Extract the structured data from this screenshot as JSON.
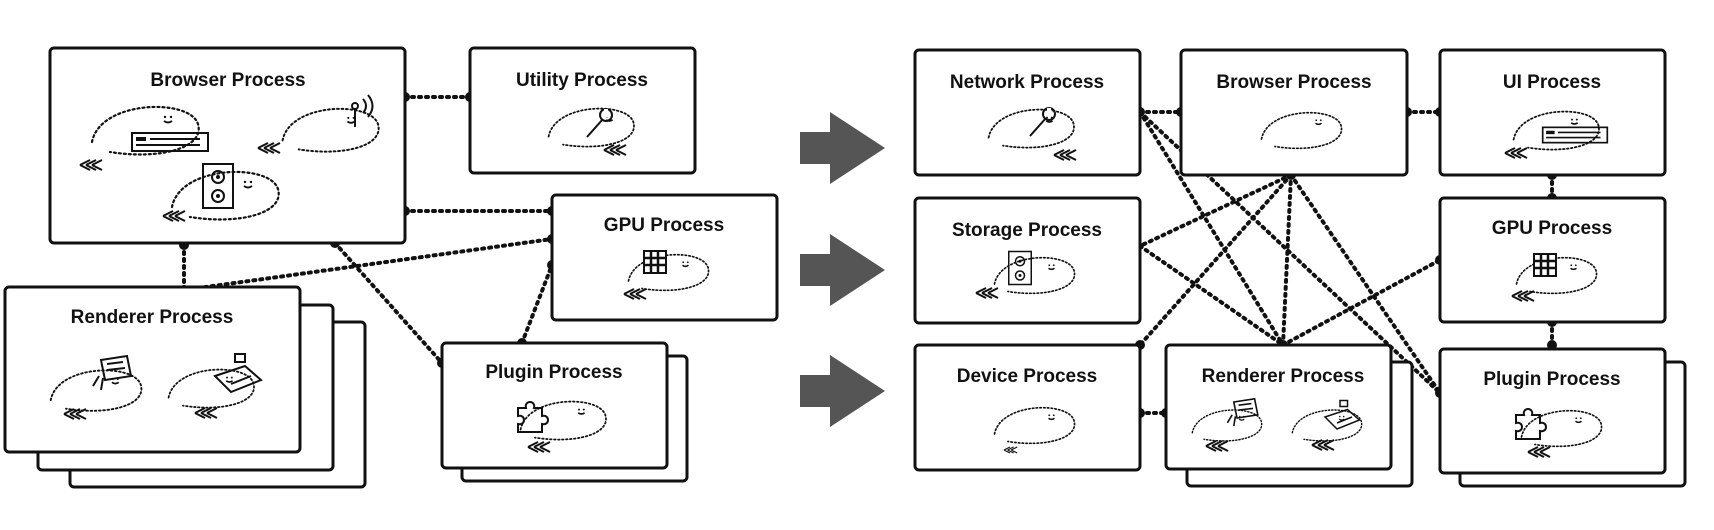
{
  "before": {
    "browser": "Browser Process",
    "utility": "Utility Process",
    "gpu": "GPU Process",
    "renderer": "Renderer Process",
    "plugin": "Plugin Process"
  },
  "after": {
    "network": "Network Process",
    "browser": "Browser Process",
    "ui": "UI Process",
    "storage": "Storage Process",
    "gpu": "GPU Process",
    "device": "Device Process",
    "renderer": "Renderer Process",
    "plugin": "Plugin Process"
  },
  "icons": [
    "wrench-icon",
    "server-rack-icon",
    "disk-drive-icon",
    "antenna-icon",
    "gpu-chip-icon",
    "puzzle-piece-icon",
    "web-page-icon",
    "media-player-icon",
    "arrow-right-icon"
  ],
  "colors": {
    "ink": "#111111",
    "arrow": "#555555"
  }
}
